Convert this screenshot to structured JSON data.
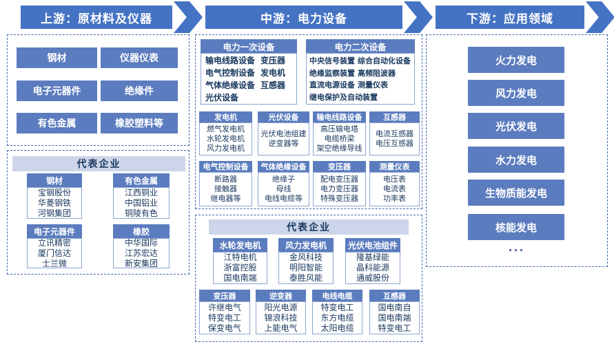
{
  "banners": {
    "upstream": "上游：原材料及仪器",
    "midstream": "中游：电力设备",
    "downstream": "下游：应用领域"
  },
  "upstream": {
    "materials": [
      "钢材",
      "仪器仪表",
      "电子元器件",
      "绝缘件",
      "有色金属",
      "橡胶塑料等"
    ],
    "rep_title": "代表企业",
    "groups": [
      {
        "name": "钢材",
        "companies": [
          "宝钢股份",
          "华菱钢铁",
          "河钢集团"
        ]
      },
      {
        "name": "有色金属",
        "companies": [
          "江西铜业",
          "中国铝业",
          "铜陵有色"
        ]
      },
      {
        "name": "电子元器件",
        "companies": [
          "立讯精密",
          "厦门信达",
          "士兰微"
        ]
      },
      {
        "name": "橡胶",
        "companies": [
          "中华国际",
          "江苏宏达",
          "新安集团"
        ]
      }
    ]
  },
  "midstream": {
    "primary": {
      "title": "电力一次设备",
      "rows": [
        [
          "输电线路设备",
          "变压器"
        ],
        [
          "电气控制设备",
          "发电机"
        ],
        [
          "气体绝缘设备",
          "互感器"
        ],
        [
          "光伏设备"
        ]
      ]
    },
    "secondary": {
      "title": "电力二次设备",
      "rows": [
        [
          "中央信号装置",
          "综合自动化设备"
        ],
        [
          "绝缘监察装置",
          "高频阻波器"
        ],
        [
          "直流电源设备",
          "测量仪表"
        ],
        [
          "继电保护及自动装置"
        ]
      ]
    },
    "categories": [
      {
        "name": "发电机",
        "items": [
          "燃气发电机",
          "水轮发电机",
          "风力发电机"
        ]
      },
      {
        "name": "光伏设备",
        "items": [
          "光伏电池组建",
          "逆变器等"
        ]
      },
      {
        "name": "输电线路设备",
        "items": [
          "高压输电塔",
          "电缆桥梁",
          "架空绝缘导线"
        ]
      },
      {
        "name": "互感器",
        "items": [
          "电流互感器",
          "电压互感器"
        ]
      },
      {
        "name": "电气控制设备",
        "items": [
          "断路器",
          "接触器",
          "继电器等"
        ]
      },
      {
        "name": "气体绝缘设备",
        "items": [
          "绝缘子",
          "母线",
          "电线电缆等"
        ]
      },
      {
        "name": "变压器",
        "items": [
          "配电变压器",
          "电力变压器",
          "特殊变压器"
        ]
      },
      {
        "name": "测量仪表",
        "items": [
          "电压表",
          "电流表",
          "功率表"
        ]
      }
    ],
    "rep_title": "代表企业",
    "groups": [
      {
        "name": "水轮发电机",
        "companies": [
          "江特电机",
          "浙富控股",
          "国电南端"
        ]
      },
      {
        "name": "风力发电机",
        "companies": [
          "金风科技",
          "明阳智能",
          "泰胜风能"
        ]
      },
      {
        "name": "光伏电池组件",
        "companies": [
          "隆基绿能",
          "晶科能源",
          "通威股份"
        ]
      },
      {
        "name": "变压器",
        "companies": [
          "许继电气",
          "特变电工",
          "保变电气"
        ]
      },
      {
        "name": "逆变器",
        "companies": [
          "阳光电源",
          "锦浪科技",
          "上能电气"
        ]
      },
      {
        "name": "电线电缆",
        "companies": [
          "特变电工",
          "东方电缆",
          "太阳电缆"
        ]
      },
      {
        "name": "互感器",
        "companies": [
          "国电南自",
          "国电南端",
          "特变电工"
        ]
      }
    ]
  },
  "downstream": {
    "applications": [
      "火力发电",
      "风力发电",
      "光伏发电",
      "水力发电",
      "生物质能发电",
      "核能发电"
    ],
    "more": "..."
  },
  "colors": {
    "banner_blue": "#4573c4",
    "box_blue": "#5b7cbe",
    "light_header": "#ccd5e9",
    "dash_border": "#3f64ad",
    "dark_text": "#17365d"
  }
}
